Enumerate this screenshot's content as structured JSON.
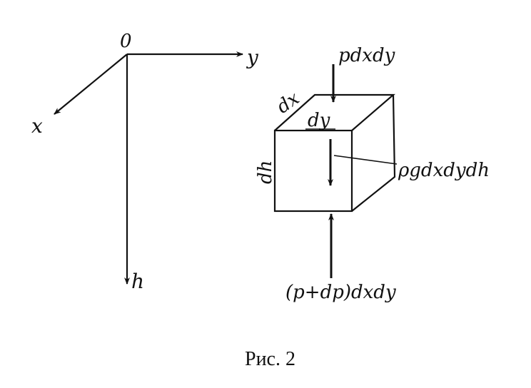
{
  "axes": {
    "origin": "0",
    "x": "x",
    "y": "y",
    "h": "h"
  },
  "cube": {
    "edge_dx": "dx",
    "edge_dy": "dy",
    "edge_dh": "dh"
  },
  "forces": {
    "top": "pdxdy",
    "weight": "ρgdxdydh",
    "bottom": "(p+dp)dxdy"
  },
  "caption": "Рис. 2"
}
